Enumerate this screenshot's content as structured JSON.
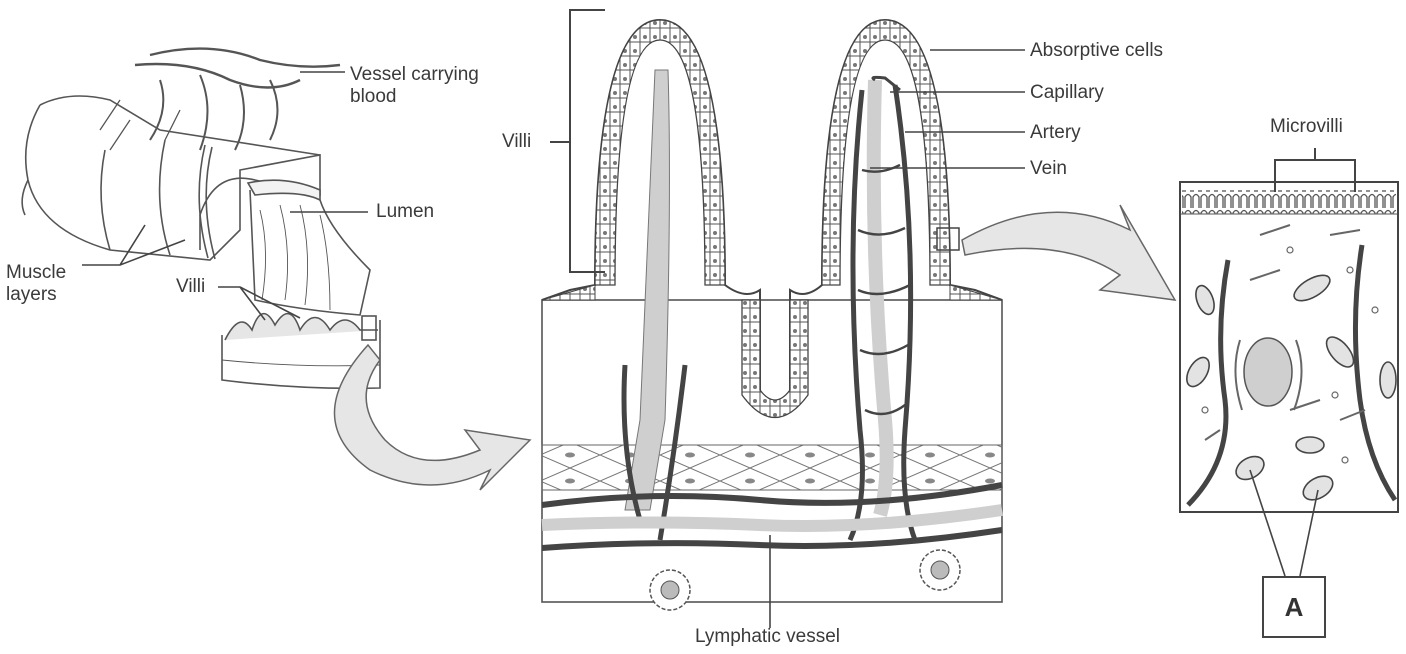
{
  "labels": {
    "vessel_carrying_blood_line1": "Vessel carrying",
    "vessel_carrying_blood_line2": "blood",
    "lumen": "Lumen",
    "muscle_layers_line1": "Muscle",
    "muscle_layers_line2": "layers",
    "villi_small": "Villi",
    "villi_large": "Villi",
    "absorptive_cells": "Absorptive cells",
    "capillary": "Capillary",
    "artery": "Artery",
    "vein": "Vein",
    "microvilli": "Microvilli",
    "lymphatic_vessel": "Lymphatic vessel",
    "box_a": "A"
  },
  "colors": {
    "ink": "#3a3a3a",
    "vessel_fill": "#cfcfcf",
    "dark_vessel": "#444444",
    "background": "#ffffff"
  }
}
